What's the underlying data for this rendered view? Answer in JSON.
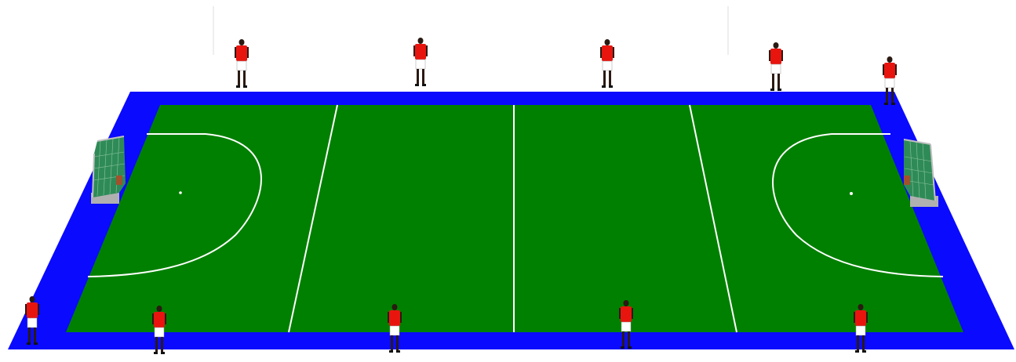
{
  "colors": {
    "background": "#ffffff",
    "border": "#0a0aff",
    "field": "#008000",
    "lines": "#ffffff",
    "goal_net": "#2e8b57",
    "goal_frame": "#b0b0b0",
    "jersey": "#e8150f",
    "shorts": "#ffffff",
    "skin": "#2a1a12"
  },
  "players": {
    "top_row_count": 5,
    "bottom_row_count": 5
  },
  "goals": {
    "count": 2
  }
}
